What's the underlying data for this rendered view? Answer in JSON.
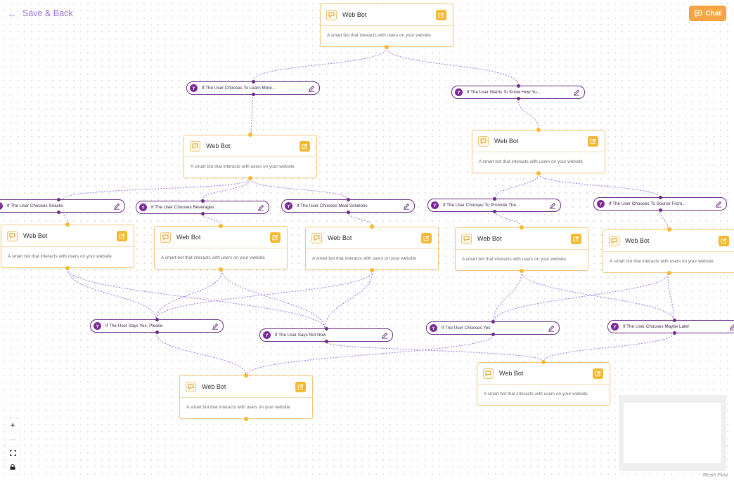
{
  "header": {
    "back_label": "Save & Back",
    "chat_label": "Chat"
  },
  "bot_node": {
    "title": "Web Bot",
    "description": "A smart bot that interacts with users on your website"
  },
  "conditions": {
    "learn_more": "If The User Chooses To Learn More...",
    "know_how": "If The User Wants To Know How Yu...",
    "snacks": "If The User Chooses Snacks",
    "beverages": "If The User Chooses Beverages",
    "meal": "If The User Chooses Meal Solutions",
    "promote": "If The User Chooses To Promote The...",
    "source": "If The User Chooses To Source From...",
    "yes_please": "If The User Says Yes, Please",
    "not_now": "If The User Says Not Now",
    "chooses_yes": "If The User Chooses Yes",
    "maybe_later": "If The User Chooses Maybe Later"
  },
  "controls": {
    "zoom_in": "+",
    "zoom_out": "—"
  },
  "attribution": "React Flow",
  "colors": {
    "accent": "#f7b731",
    "condition": "#6b2d86",
    "edge": "#9b72e6",
    "link": "#9a72d8",
    "chat": "#f9a546"
  }
}
